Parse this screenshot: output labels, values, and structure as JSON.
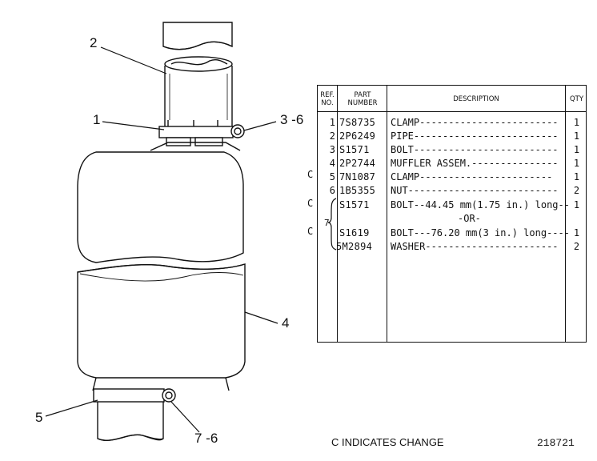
{
  "callouts": {
    "pipe": "2",
    "clamp_top": "1",
    "bolt_nut_top": "3 -6",
    "muffler": "4",
    "clamp_bottom": "5",
    "bolt_nut_bottom": "7 -6"
  },
  "table": {
    "headers": {
      "ref_no": "REF. NO.",
      "part_number": "PART NUMBER",
      "description": "DESCRIPTION",
      "qty": "QTY"
    },
    "rows": [
      {
        "ref": "1",
        "part": "7S8735",
        "desc": "CLAMP------------------------",
        "qty": "1"
      },
      {
        "ref": "2",
        "part": "2P6249",
        "desc": "PIPE-------------------------",
        "qty": "1"
      },
      {
        "ref": "3",
        "part": "S1571",
        "desc": "BOLT-------------------------",
        "qty": "1"
      },
      {
        "ref": "4",
        "part": "2P2744",
        "desc": "MUFFLER ASSEM.---------------",
        "qty": "1"
      },
      {
        "ref": "5",
        "part": "7N1087",
        "desc": "CLAMP-----------------------",
        "qty": "1"
      },
      {
        "ref": "6",
        "part": "1B5355",
        "desc": "NUT--------------------------",
        "qty": "2"
      },
      {
        "ref": "",
        "part": "S1571",
        "desc": "BOLT--44.45 mm(1.75 in.) long---",
        "qty": "1"
      },
      {
        "ref": "",
        "part": "",
        "desc": "-OR-",
        "qty": ""
      },
      {
        "ref": "",
        "part": "S1619",
        "desc": "BOLT---76.20 mm(3 in.) long-----",
        "qty": "1"
      },
      {
        "ref": "",
        "part": "5M2894",
        "desc": "WASHER-----------------------",
        "qty": "2"
      }
    ],
    "bracket_ref": "7",
    "change_marks": [
      "C",
      "C",
      "C"
    ]
  },
  "footer": {
    "note": "C INDICATES CHANGE",
    "figure_number": "218721"
  }
}
